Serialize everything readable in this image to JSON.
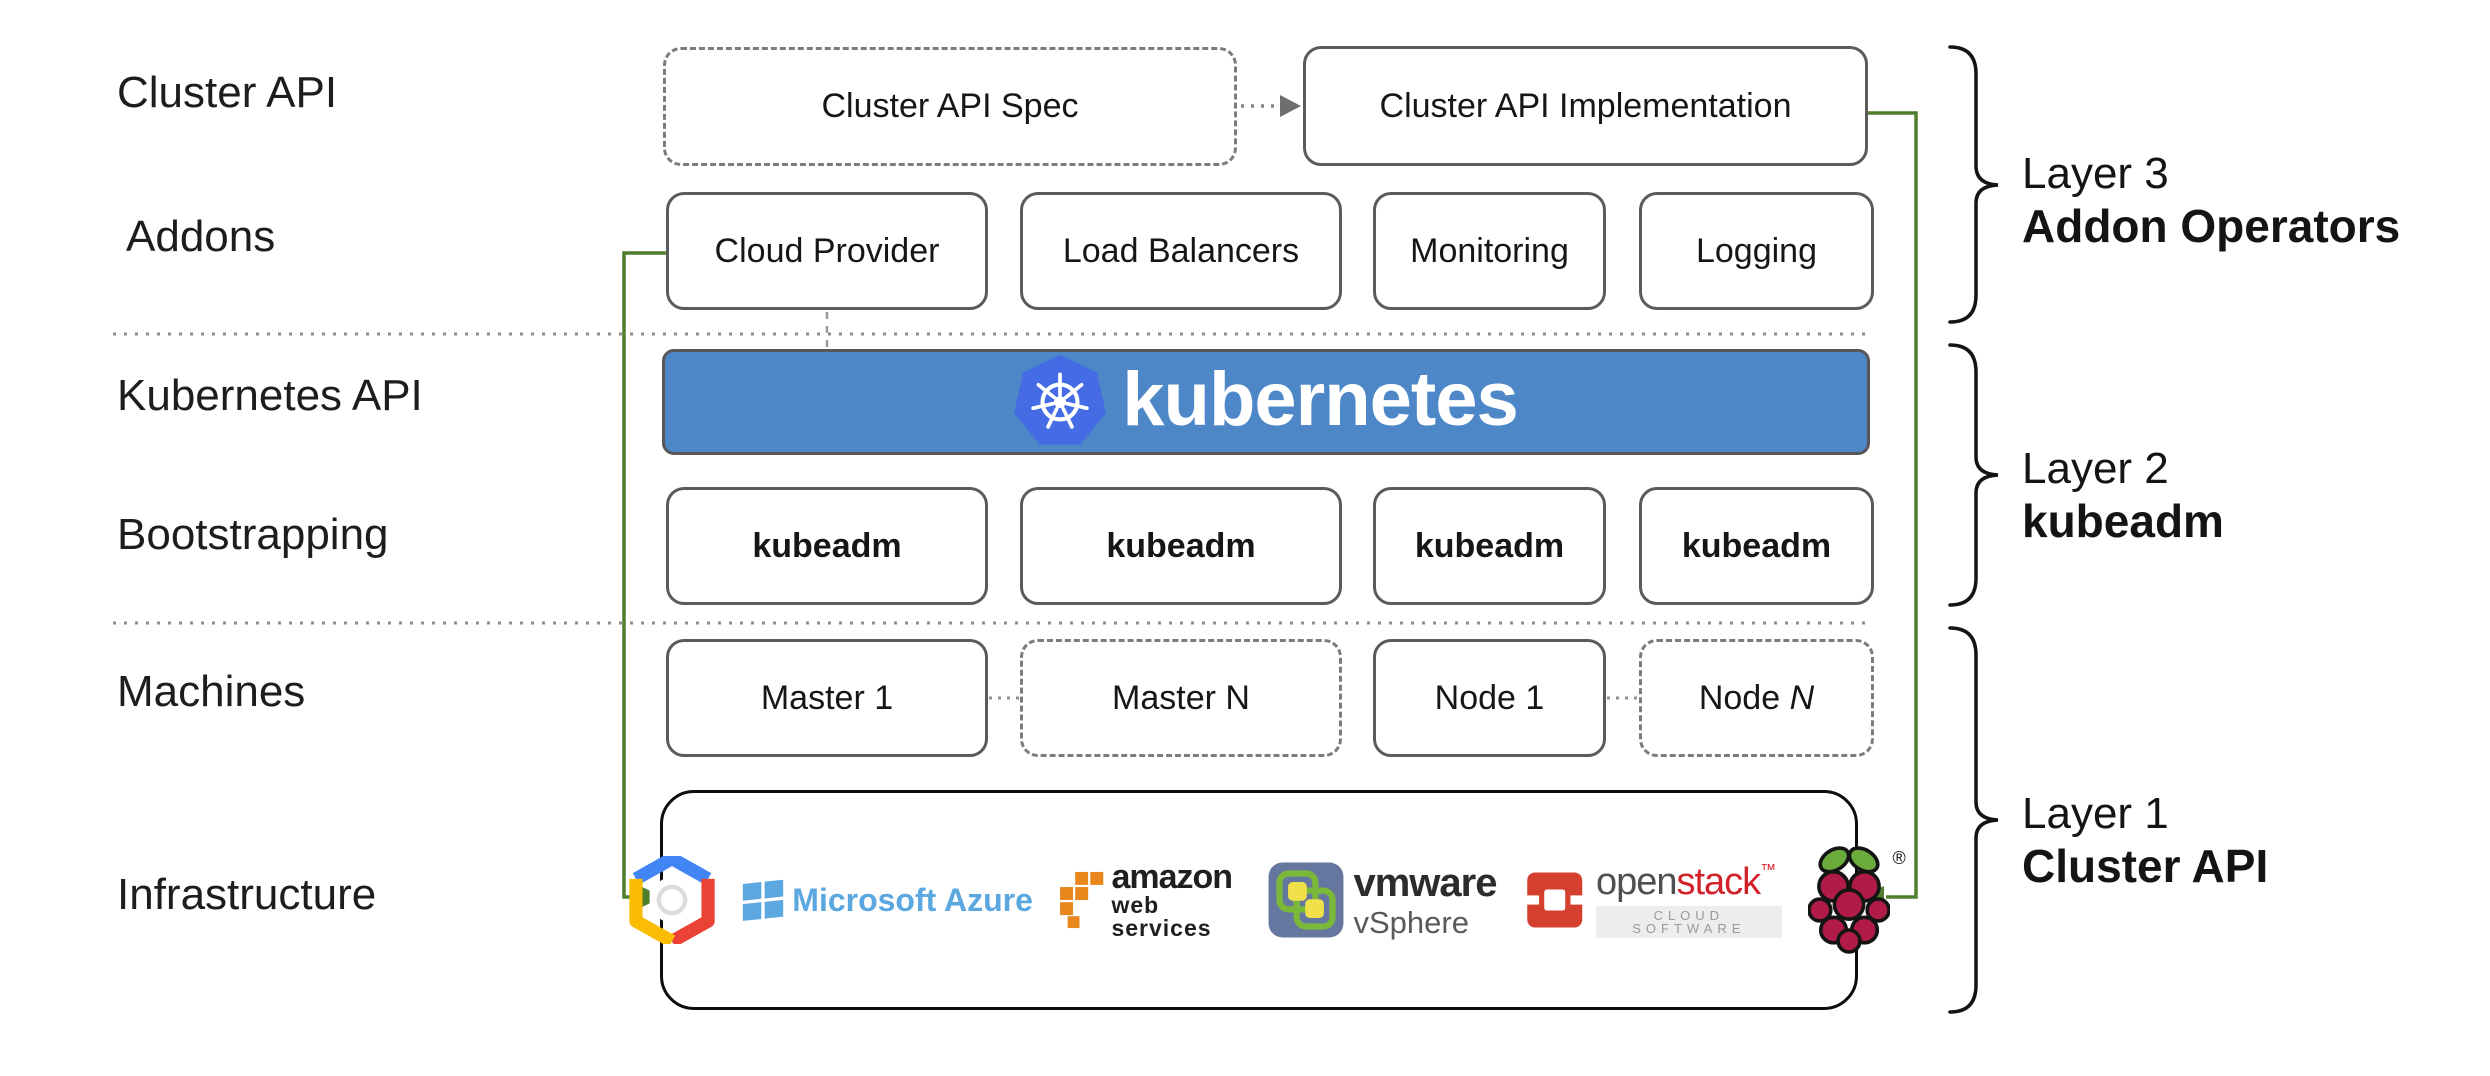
{
  "left_labels": {
    "cluster_api": "Cluster API",
    "addons": "Addons",
    "kubernetes_api": "Kubernetes API",
    "bootstrapping": "Bootstrapping",
    "machines": "Machines",
    "infrastructure": "Infrastructure"
  },
  "cluster_api_row": {
    "spec": "Cluster API Spec",
    "implementation": "Cluster API Implementation"
  },
  "addons_row": [
    "Cloud Provider",
    "Load Balancers",
    "Monitoring",
    "Logging"
  ],
  "kubernetes_banner": {
    "wordmark": "kubernetes"
  },
  "bootstrapping_row": [
    "kubeadm",
    "kubeadm",
    "kubeadm",
    "kubeadm"
  ],
  "machines_row": {
    "master1": "Master 1",
    "masterN": "Master N",
    "node1": "Node 1",
    "nodeN_prefix": "Node ",
    "nodeN_suffix": "N"
  },
  "layers": [
    {
      "line1": "Layer 3",
      "line2": "Addon Operators"
    },
    {
      "line1": "Layer 2",
      "line2": "kubeadm"
    },
    {
      "line1": "Layer 1",
      "line2": "Cluster API"
    }
  ],
  "infrastructure_logos": {
    "azure_text": "Microsoft Azure",
    "amazon_text": "amazon",
    "amazon_sub": "web services",
    "vmware_text": "vmware",
    "vsphere_text": "vSphere",
    "openstack_open": "open",
    "openstack_stack": "stack",
    "openstack_tm": "™",
    "openstack_sub": "CLOUD SOFTWARE",
    "raspberry_reg": "®"
  },
  "colors": {
    "connector_green": "#4e7e2e",
    "banner_blue": "#4d87c7",
    "kubernetes_logo_blue": "#466ce5",
    "box_border_gray": "#5b5b5b",
    "azure_blue": "#5ba7e0",
    "aws_orange": "#e8871c",
    "openstack_red": "#d5402e",
    "raspberry_crimson": "#b01c47",
    "leaf_green": "#6aab3c",
    "vmware_slate": "#66779f",
    "gcp_blue": "#4285f4",
    "gcp_red": "#ea4335",
    "gcp_yellow": "#fbbc05"
  }
}
